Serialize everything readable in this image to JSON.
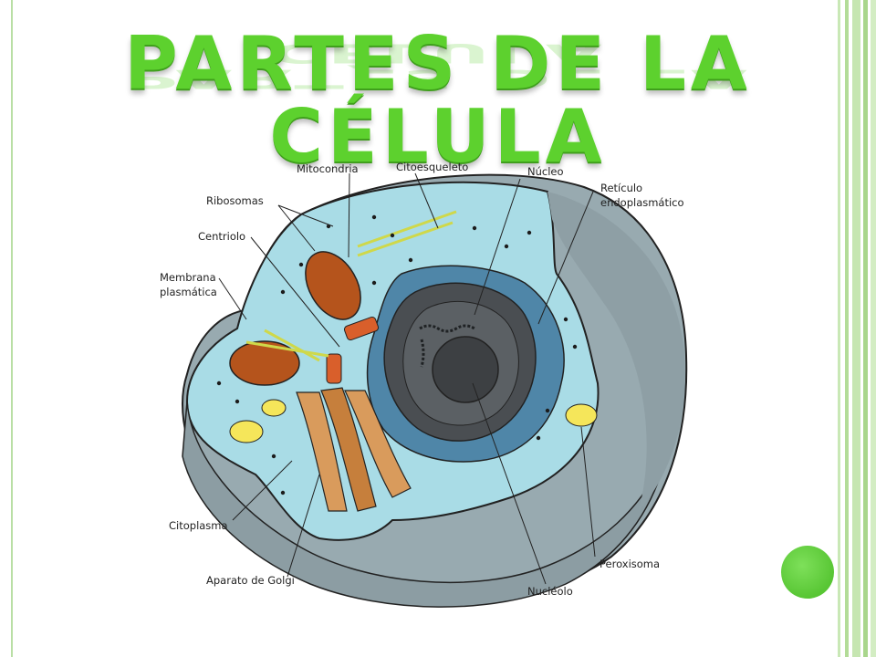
{
  "slide": {
    "title": "PARTES DE LA CÉLULA"
  },
  "labels": {
    "mitocondria": "Mitocondria",
    "citoesqueleto": "Citoesqueleto",
    "nucleo": "Núcleo",
    "reticulo_1": "Retículo",
    "reticulo_2": "endoplasmático",
    "ribosomas": "Ribosomas",
    "centriolo": "Centriolo",
    "membrana_1": "Membrana",
    "membrana_2": "plasmática",
    "citoplasma": "Citoplasma",
    "golgi": "Aparato de Golgi",
    "nucleolo": "Nucléolo",
    "peroxisoma": "Peroxisoma"
  },
  "colors": {
    "accent": "#5dd12e",
    "cytoplasm": "#a9dce6",
    "cell_outer": "#98aab0",
    "nucleus": "#4a4e52",
    "er": "#4f86a8",
    "mitochondria": "#b5541c",
    "golgi": "#d99b5c",
    "vesicle": "#f5e65a"
  }
}
